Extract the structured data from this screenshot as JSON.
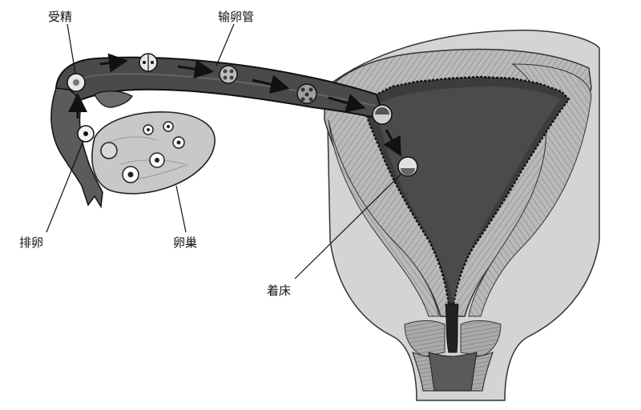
{
  "labels": {
    "fertilization": "受精",
    "fallopian_tube": "输卵管",
    "ovulation": "排卵",
    "ovary": "卵巢",
    "implantation": "着床"
  }
}
